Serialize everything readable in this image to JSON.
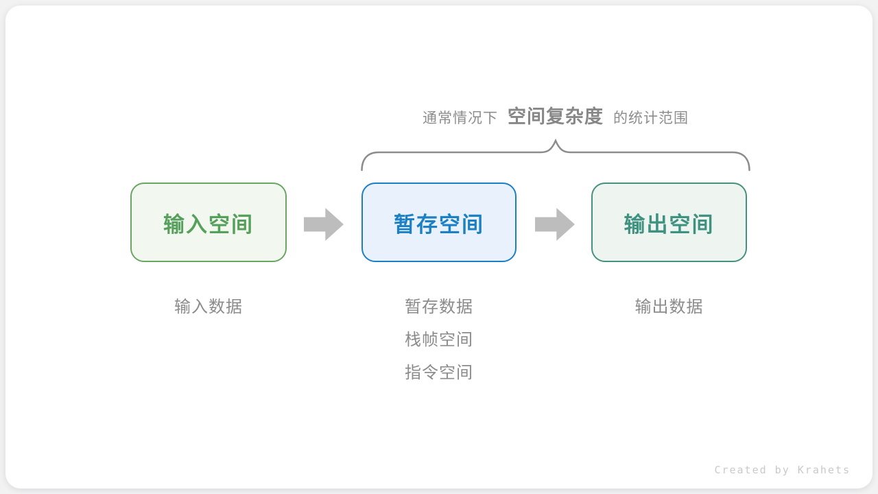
{
  "title": {
    "prefix": "通常情况下",
    "emphasis": "空间复杂度",
    "suffix": "的统计范围"
  },
  "boxes": [
    {
      "id": "input-space",
      "label": "输入空间",
      "border_color": "#69a662",
      "bg_color": "#f2f8f0",
      "text_color": "#56a05c"
    },
    {
      "id": "temp-space",
      "label": "暂存空间",
      "border_color": "#1c7fc5",
      "bg_color": "#e9f2fc",
      "text_color": "#1b80c4"
    },
    {
      "id": "output-space",
      "label": "输出空间",
      "border_color": "#44917f",
      "bg_color": "#eef5f1",
      "text_color": "#3f9180"
    }
  ],
  "annotations": [
    {
      "lines": [
        "输入数据"
      ]
    },
    {
      "lines": [
        "暂存数据",
        "栈帧空间",
        "指令空间"
      ]
    },
    {
      "lines": [
        "输出数据"
      ]
    }
  ],
  "watermark": "Created by Krahets",
  "colors": {
    "page_bg": "#f2f2f3",
    "card_bg": "#ffffff",
    "arrow": "#bdbdbd",
    "brace": "#8c8c8c",
    "annotation_text": "#8b8b8b",
    "title_text": "#8d8d8d",
    "watermark_text": "#c9c9c9"
  }
}
